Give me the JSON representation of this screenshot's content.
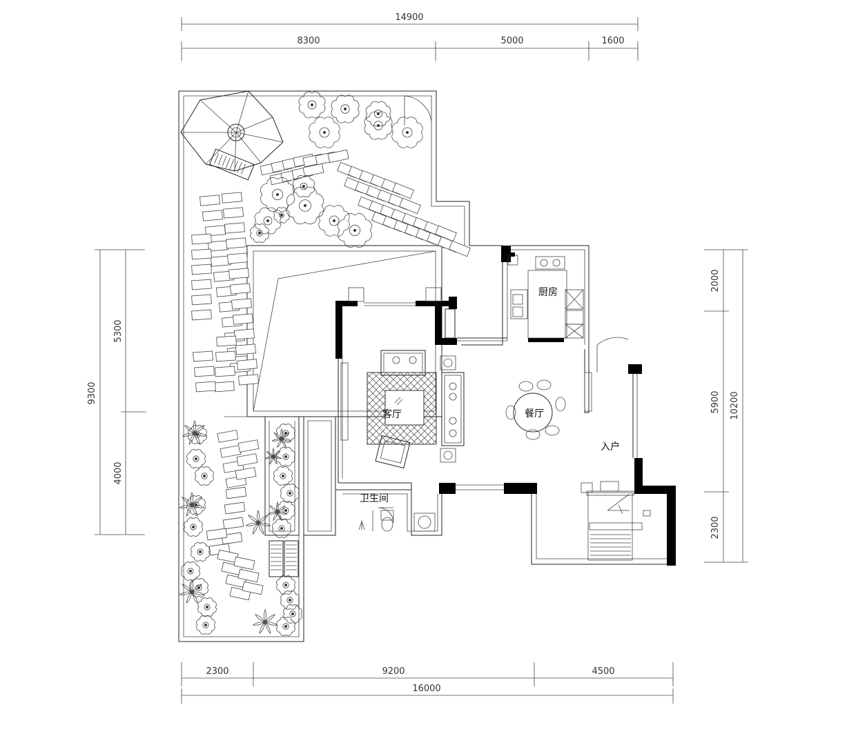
{
  "dimensions": {
    "top_total": "14900",
    "top_segments": [
      "8300",
      "5000",
      "1600"
    ],
    "bottom_segments": [
      "2300",
      "9200",
      "4500"
    ],
    "bottom_total": "16000",
    "left_total": "9300",
    "left_segments": [
      "5300",
      "4000"
    ],
    "right_total": "10200",
    "right_segments": [
      "2000",
      "5900",
      "2300"
    ]
  },
  "rooms": {
    "kitchen": "厨房",
    "living": "客厅",
    "dining": "餐厅",
    "entry": "入户",
    "bathroom": "卫生间"
  },
  "colors": {
    "line": "#222222",
    "wall": "#000000",
    "background": "#ffffff"
  }
}
